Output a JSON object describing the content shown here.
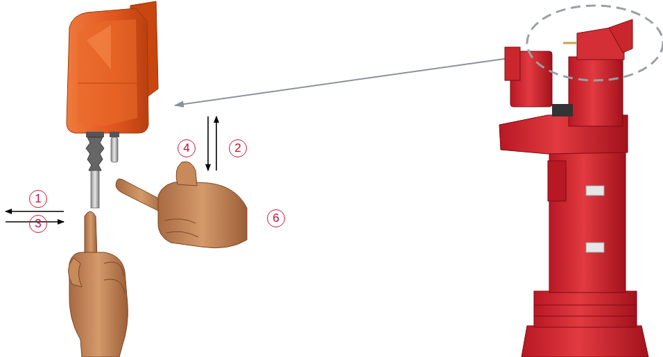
{
  "diagram": {
    "labels": [
      "4",
      "2",
      "1",
      "6",
      "3"
    ]
  }
}
